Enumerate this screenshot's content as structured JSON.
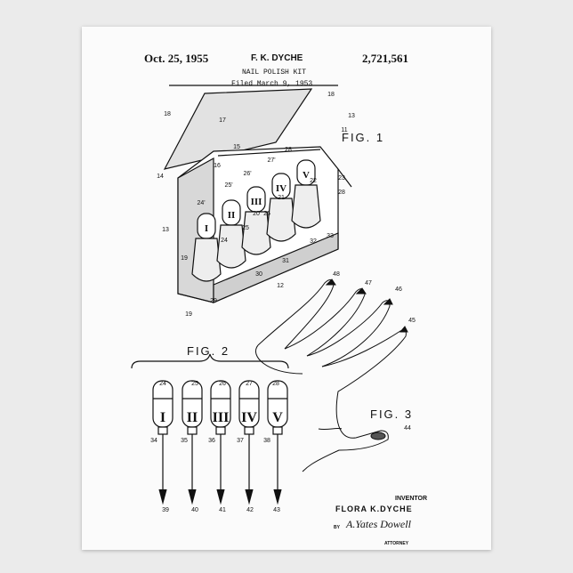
{
  "header": {
    "date": "Oct. 25, 1955",
    "inventor_name": "F. K. DYCHE",
    "patent_number": "2,721,561",
    "title": "NAIL POLISH KIT",
    "filed": "Filed March 9, 1953"
  },
  "figures": {
    "fig1": "FIG. 1",
    "fig2": "FIG. 2",
    "fig3": "FIG. 3"
  },
  "signature_block": {
    "role": "INVENTOR",
    "name": "FLORA K.DYCHE",
    "by": "BY",
    "signature": "A.Yates Dowell",
    "attorney": "ATTORNEY"
  },
  "bottle_numerals": [
    "I",
    "II",
    "III",
    "IV",
    "V"
  ],
  "reference_numerals": {
    "fig1": [
      "18",
      "17",
      "18",
      "13",
      "11",
      "15",
      "16",
      "14",
      "28",
      "27'",
      "26'",
      "25'",
      "24'",
      "22",
      "23",
      "28",
      "21",
      "20",
      "26",
      "13",
      "24",
      "25",
      "19",
      "33",
      "32",
      "31",
      "30",
      "12",
      "29",
      "19"
    ],
    "fig2": [
      "24",
      "25",
      "26",
      "27",
      "28",
      "34",
      "35",
      "36",
      "37",
      "38",
      "39",
      "40",
      "41",
      "42",
      "43"
    ],
    "fig3": [
      "48",
      "47",
      "46",
      "45",
      "44"
    ]
  },
  "colors": {
    "poster": "#fbfbfb",
    "ink": "#111111",
    "background": "#ebebeb"
  }
}
